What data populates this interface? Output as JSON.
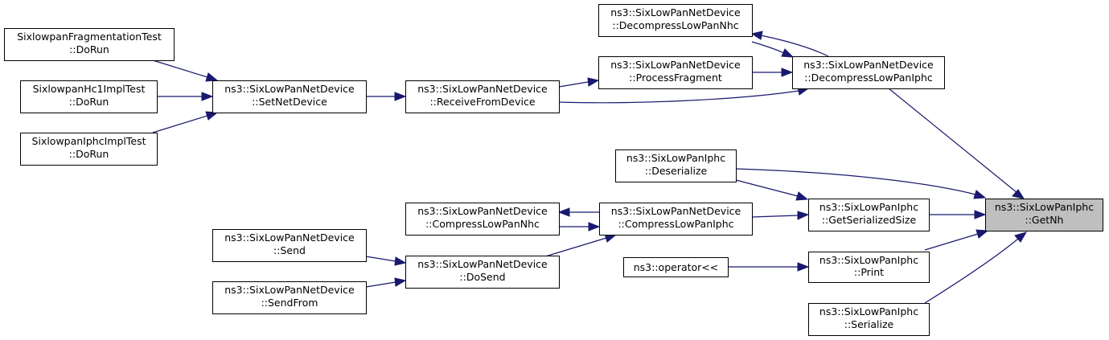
{
  "nodes": {
    "getnh": {
      "line1": "ns3::SixLowPanIphc",
      "line2": "::GetNh",
      "focus": true
    },
    "decompNhc": {
      "line1": "ns3::SixLowPanNetDevice",
      "line2": "::DecompressLowPanNhc"
    },
    "procFrag": {
      "line1": "ns3::SixLowPanNetDevice",
      "line2": "::ProcessFragment"
    },
    "decompIphc": {
      "line1": "ns3::SixLowPanNetDevice",
      "line2": "::DecompressLowPanIphc"
    },
    "fragTest": {
      "line1": "SixlowpanFragmentationTest",
      "line2": "::DoRun"
    },
    "hc1Test": {
      "line1": "SixlowpanHc1ImplTest",
      "line2": "::DoRun"
    },
    "iphcTest": {
      "line1": "SixlowpanIphcImplTest",
      "line2": "::DoRun"
    },
    "setNet": {
      "line1": "ns3::SixLowPanNetDevice",
      "line2": "::SetNetDevice"
    },
    "recvFrom": {
      "line1": "ns3::SixLowPanNetDevice",
      "line2": "::ReceiveFromDevice"
    },
    "deser": {
      "line1": "ns3::SixLowPanIphc",
      "line2": "::Deserialize"
    },
    "compNhc": {
      "line1": "ns3::SixLowPanNetDevice",
      "line2": "::CompressLowPanNhc"
    },
    "compIphc": {
      "line1": "ns3::SixLowPanNetDevice",
      "line2": "::CompressLowPanIphc"
    },
    "getSerSize": {
      "line1": "ns3::SixLowPanIphc",
      "line2": "::GetSerializedSize"
    },
    "send": {
      "line1": "ns3::SixLowPanNetDevice",
      "line2": "::Send"
    },
    "doSend": {
      "line1": "ns3::SixLowPanNetDevice",
      "line2": "::DoSend"
    },
    "sendFrom": {
      "line1": "ns3::SixLowPanNetDevice",
      "line2": "::SendFrom"
    },
    "opShift": {
      "line1": "ns3::operator<<",
      "line2": ""
    },
    "print": {
      "line1": "ns3::SixLowPanIphc",
      "line2": "::Print"
    },
    "serialize": {
      "line1": "ns3::SixLowPanIphc",
      "line2": "::Serialize"
    }
  },
  "edges": [
    {
      "from": "decompIphc",
      "to": "getnh"
    },
    {
      "from": "deser",
      "to": "getnh"
    },
    {
      "from": "getSerSize",
      "to": "getnh"
    },
    {
      "from": "print",
      "to": "getnh"
    },
    {
      "from": "serialize",
      "to": "getnh"
    },
    {
      "from": "decompNhc",
      "to": "decompIphc"
    },
    {
      "from": "decompIphc",
      "to": "decompNhc"
    },
    {
      "from": "procFrag",
      "to": "decompIphc"
    },
    {
      "from": "recvFrom",
      "to": "decompIphc"
    },
    {
      "from": "recvFrom",
      "to": "procFrag"
    },
    {
      "from": "setNet",
      "to": "recvFrom"
    },
    {
      "from": "fragTest",
      "to": "setNet"
    },
    {
      "from": "hc1Test",
      "to": "setNet"
    },
    {
      "from": "iphcTest",
      "to": "setNet"
    },
    {
      "from": "deser",
      "to": "getSerSize"
    },
    {
      "from": "compIphc",
      "to": "getSerSize"
    },
    {
      "from": "compIphc",
      "to": "compNhc"
    },
    {
      "from": "compNhc",
      "to": "compIphc"
    },
    {
      "from": "doSend",
      "to": "compIphc"
    },
    {
      "from": "send",
      "to": "doSend"
    },
    {
      "from": "sendFrom",
      "to": "doSend"
    },
    {
      "from": "opShift",
      "to": "print"
    }
  ]
}
